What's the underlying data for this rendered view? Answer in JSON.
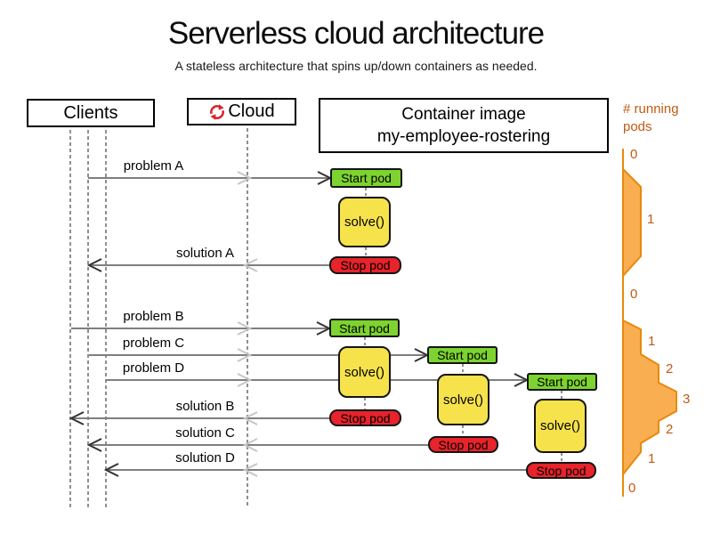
{
  "title": "Serverless cloud architecture",
  "subtitle": "A stateless architecture that spins up/down containers as needed.",
  "lanes": {
    "clients": {
      "label": "Clients"
    },
    "cloud": {
      "label": "Cloud",
      "icon": "red-circular-arrows"
    },
    "container": {
      "line1": "Container image",
      "line2": "my-employee-rostering"
    }
  },
  "pods_panel": {
    "title": "# running pods"
  },
  "messages": [
    {
      "label": "problem A",
      "direction": "right"
    },
    {
      "label": "solution A",
      "direction": "left"
    },
    {
      "label": "problem B",
      "direction": "right"
    },
    {
      "label": "problem C",
      "direction": "right"
    },
    {
      "label": "problem D",
      "direction": "right"
    },
    {
      "label": "solution B",
      "direction": "left"
    },
    {
      "label": "solution C",
      "direction": "left"
    },
    {
      "label": "solution D",
      "direction": "left"
    }
  ],
  "pods": [
    {
      "start": "Start pod",
      "solve": "solve()",
      "stop": "Stop pod"
    },
    {
      "start": "Start pod",
      "solve": "solve()",
      "stop": "Stop pod"
    },
    {
      "start": "Start pod",
      "solve": "solve()",
      "stop": "Stop pod"
    },
    {
      "start": "Start pod",
      "solve": "solve()",
      "stop": "Stop pod"
    }
  ],
  "chart_data": {
    "type": "area",
    "orientation": "vertical-time-axis",
    "title": "# running pods",
    "values": [
      0,
      1,
      0,
      1,
      2,
      3,
      2,
      1,
      0
    ],
    "value_range": [
      0,
      3
    ],
    "grid": false,
    "colors": {
      "fill": "#f9ae51",
      "stroke": "#e8890c",
      "text": "#c45911"
    }
  },
  "colors": {
    "start_pod": "#7dd32f",
    "solve": "#f6e24b",
    "stop_pod": "#e7232b",
    "arrow": "#7f7f7f",
    "lifeline": "#8f8f8f",
    "cloud_icon": "#d9232e"
  }
}
